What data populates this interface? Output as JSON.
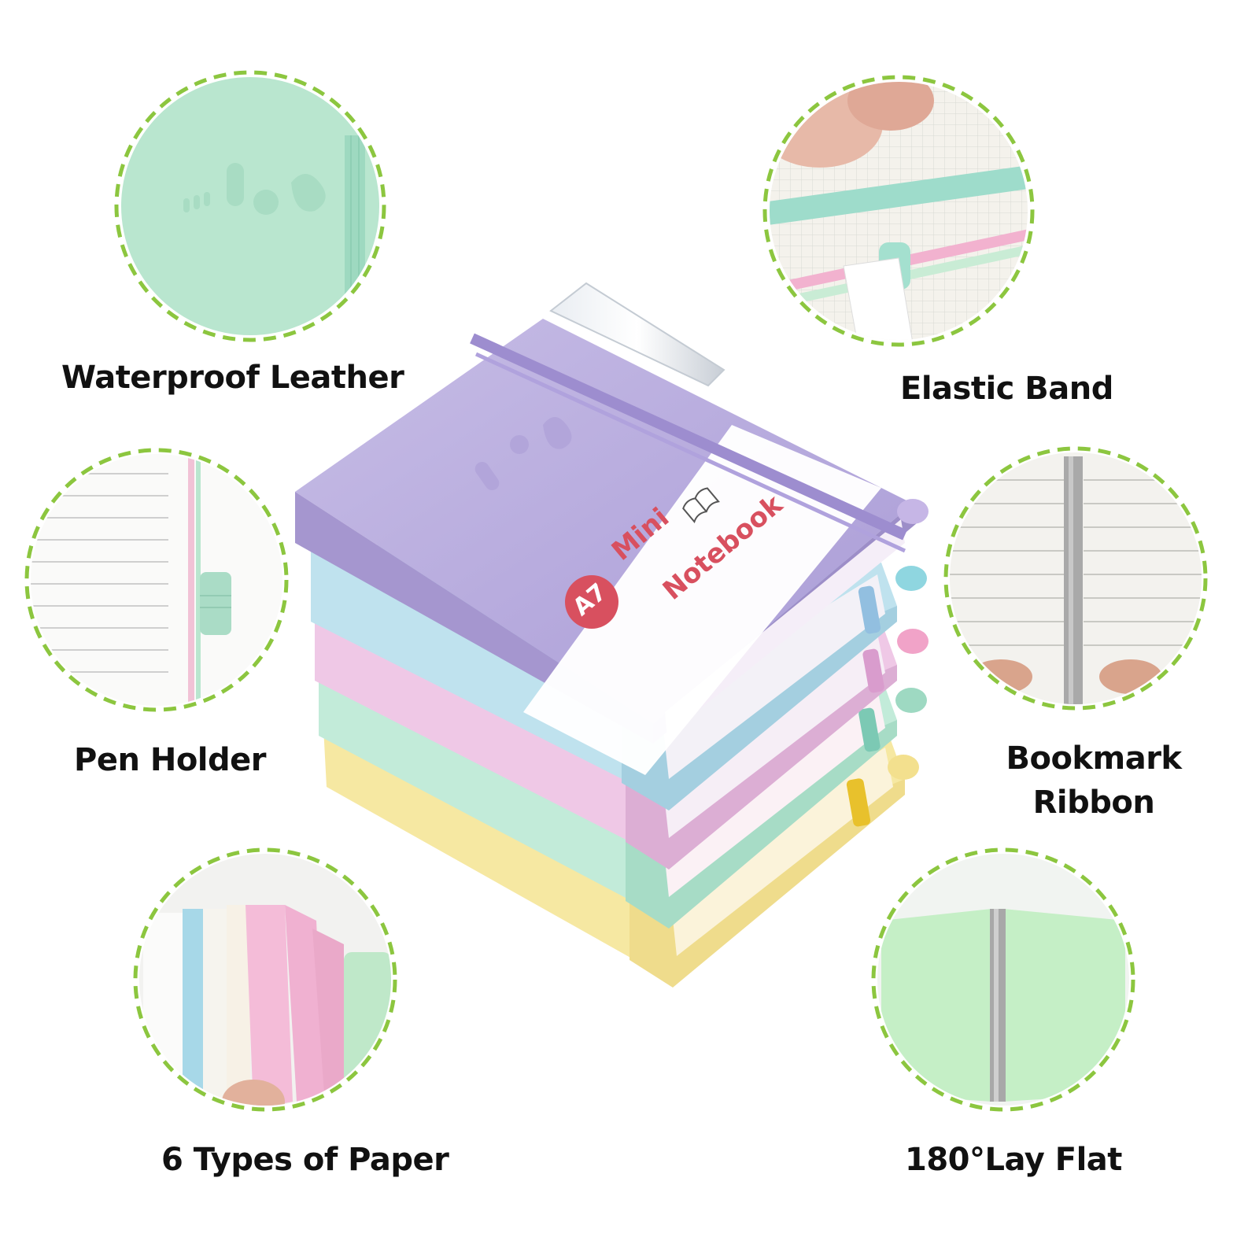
{
  "product": {
    "band_badge": "A7",
    "band_line1": "Mini",
    "band_line2": "Notebook"
  },
  "features": {
    "waterproof": "Waterproof Leather",
    "elastic": "Elastic Band",
    "pen_holder": "Pen Holder",
    "bookmark_line1": "Bookmark",
    "bookmark_line2": "Ribbon",
    "paper_types": "6 Types of Paper",
    "lay_flat": "180°Lay Flat"
  },
  "colors": {
    "circle_border": "#8cc63f",
    "lavender": "#bcb0e0",
    "light_blue": "#bfe2ee",
    "pink": "#efc8e6",
    "mint": "#c2ebd9",
    "yellow": "#f6e8a2",
    "badge_red": "#d8505f"
  },
  "icons": {
    "book_icon": "open-book-icon"
  }
}
